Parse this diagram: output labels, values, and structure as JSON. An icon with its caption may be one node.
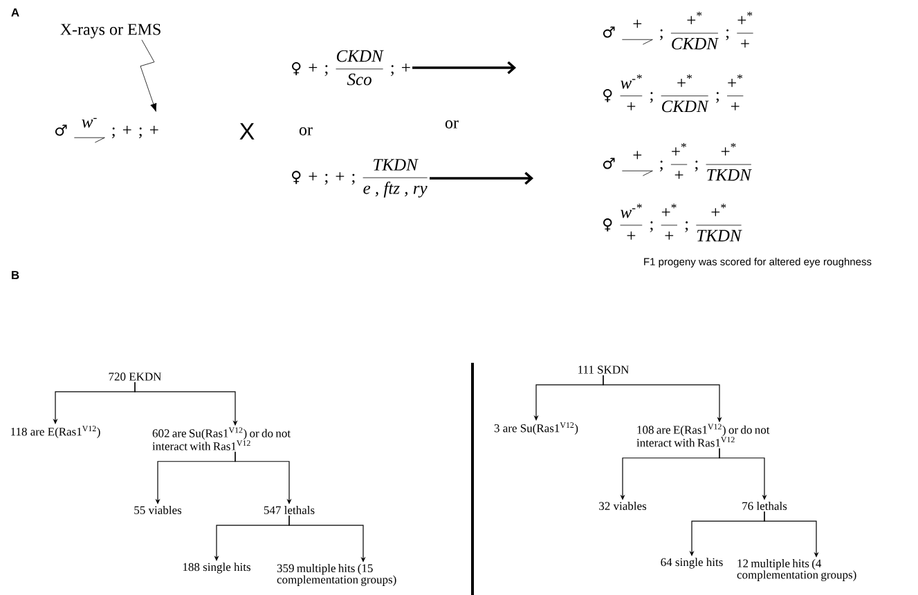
{
  "diagram": {
    "nodes": [
      {
        "text": [
          "X-rays or EMS"
        ]
      },
      {
        "text": [
          "♂",
          "w$^{-}$",
          ";",
          "+",
          ";",
          "+"
        ]
      },
      {
        "text": [
          "♀",
          "+",
          ";",
          "CKDN",
          "Sco",
          ";",
          "+"
        ]
      },
      {
        "text": [
          "♀",
          "+",
          ";",
          "+",
          ";",
          "TKDN",
          "e , ftz , ry"
        ]
      },
      {
        "text": [
          "♂",
          "+",
          ";",
          "+$^{*}$",
          "CKDN",
          ";",
          "+$^{*}$",
          "+"
        ]
      },
      {
        "text": [
          "♀",
          "w$^{-*}$",
          "+",
          ";",
          "+$^{*}$",
          "CKDN",
          ";",
          "+$^{*}$",
          "+"
        ]
      },
      {
        "text": [
          "♂",
          "+",
          ";",
          "+$^{*}$",
          "+",
          ";",
          "+$^{*}$",
          "TKDN"
        ]
      },
      {
        "text": [
          "♀",
          "w$^{-*}$",
          "+",
          ";",
          "+$^{*}$",
          "+",
          ";",
          "+$^{*}$",
          "TKDN"
        ]
      },
      {
        "text": [
          "720 EKDN"
        ]
      },
      {
        "text": [
          "118 are E(Ras1$^{V12}$)"
        ]
      },
      {
        "text": [
          "602 are Su(Ras1$^{V12}$) or do not interact with Ras1$^{V12}$"
        ]
      },
      {
        "text": [
          "55 viables"
        ]
      },
      {
        "text": [
          "547 lethals"
        ]
      },
      {
        "text": [
          "188 single hits"
        ]
      },
      {
        "text": [
          "359 multiple hits (15 complementation groups)"
        ]
      },
      {
        "text": [
          "111 SKDN"
        ]
      },
      {
        "text": [
          "3 are Su(Ras1$^{V12}$)"
        ]
      },
      {
        "text": [
          "108 are E(Ras1$^{V12}$) or do not interact with Ras1$^{V12}$"
        ]
      },
      {
        "text": [
          "32 viables"
        ]
      },
      {
        "text": [
          "76 lethals"
        ]
      },
      {
        "text": [
          "64 single hits"
        ]
      },
      {
        "text": [
          "12 multiple hits (4 complementation groups)"
        ]
      }
    ],
    "edges": [
      {
        "from": 0,
        "to": 1,
        "arrow": "to"
      },
      {
        "from": 2,
        "to": null,
        "arrow": "to",
        "style": "thick"
      },
      {
        "from": 3,
        "to": null,
        "arrow": "to",
        "style": "thick"
      },
      {
        "from": 8,
        "to": 9,
        "arrow": "to"
      },
      {
        "from": 8,
        "to": 10,
        "arrow": "to"
      },
      {
        "from": 10,
        "to": 11,
        "arrow": "to"
      },
      {
        "from": 10,
        "to": 12,
        "arrow": "to"
      },
      {
        "from": 12,
        "to": 13,
        "arrow": "to"
      },
      {
        "from": 12,
        "to": 14,
        "arrow": "to"
      },
      {
        "from": 15,
        "to": 16,
        "arrow": "to"
      },
      {
        "from": 15,
        "to": 17,
        "arrow": "to"
      },
      {
        "from": 17,
        "to": 18,
        "arrow": "to"
      },
      {
        "from": 17,
        "to": 19,
        "arrow": "to"
      },
      {
        "from": 19,
        "to": 20,
        "arrow": "to"
      },
      {
        "from": 19,
        "to": 21,
        "arrow": "to"
      }
    ],
    "labels": [
      "A",
      "X",
      "or",
      "or",
      "F1 progeny was scored for altered eye roughness",
      "B"
    ]
  }
}
